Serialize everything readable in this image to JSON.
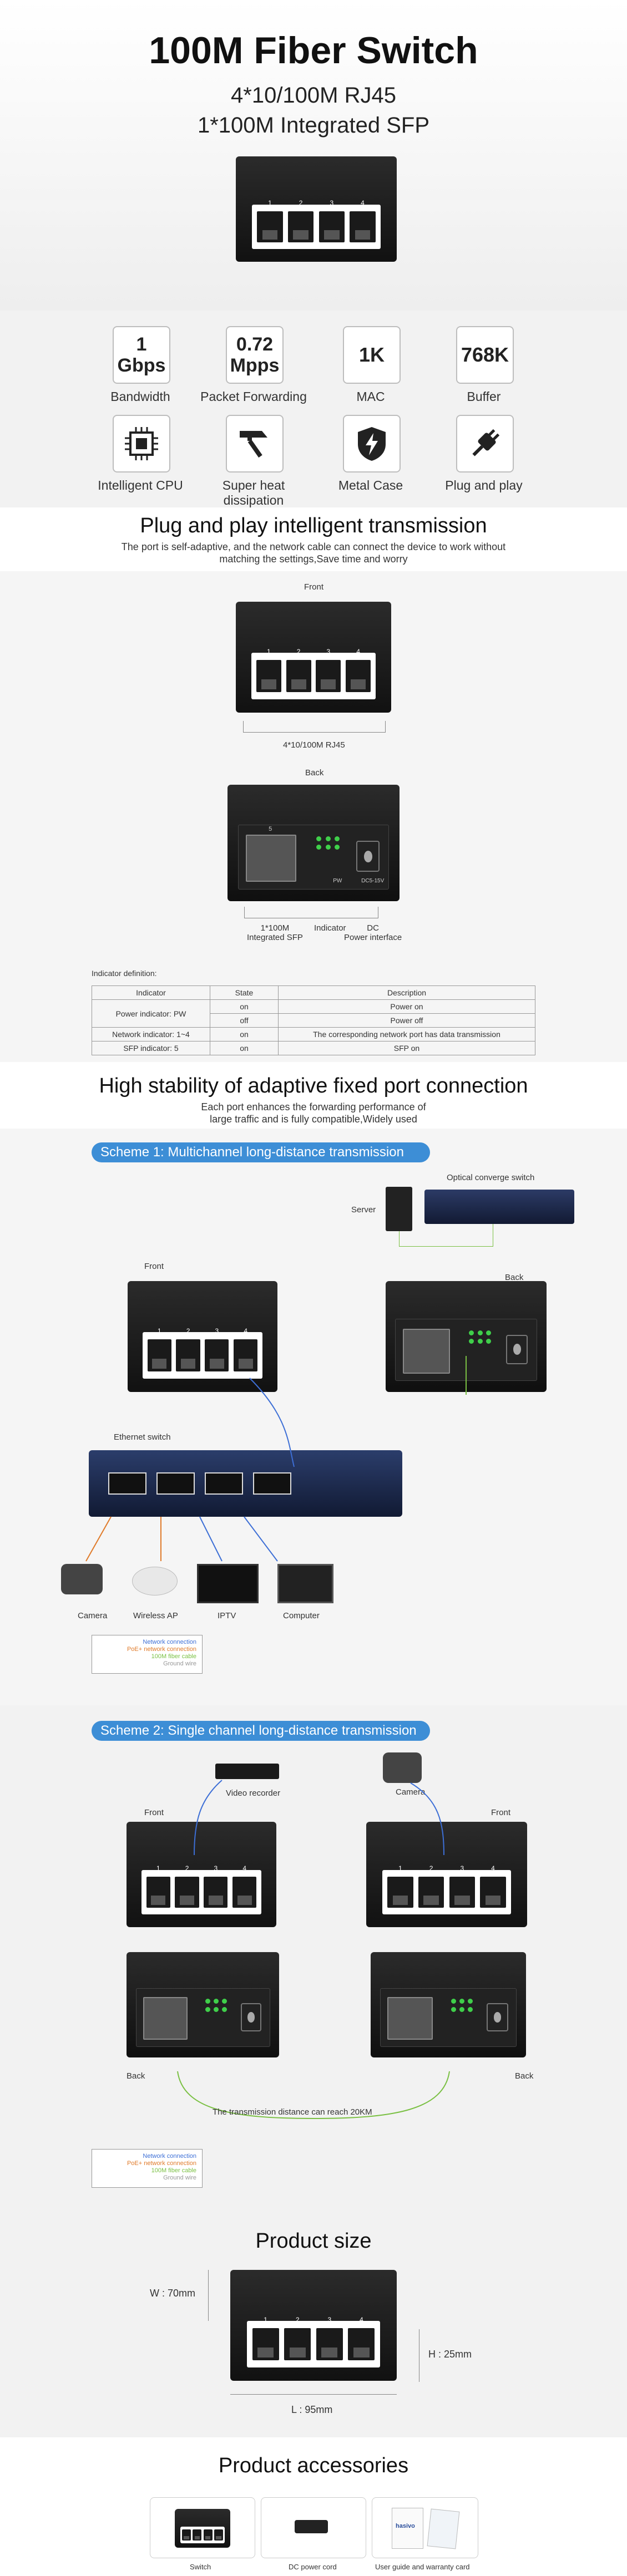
{
  "hero": {
    "title": "100M Fiber Switch",
    "line1": "4*10/100M RJ45",
    "line2": "1*100M Integrated SFP",
    "port_numbers": [
      "1",
      "2",
      "3",
      "4"
    ]
  },
  "features": [
    {
      "value": "1\nGbps",
      "label": "Bandwidth"
    },
    {
      "value": "0.72\nMpps",
      "label": "Packet Forwarding"
    },
    {
      "value": "1K",
      "label": "MAC"
    },
    {
      "value": "768K",
      "label": "Buffer"
    },
    {
      "icon": "cpu-icon",
      "label": "Intelligent CPU"
    },
    {
      "icon": "hammer-icon",
      "label": "Super heat dissipation"
    },
    {
      "icon": "shield-bolt-icon",
      "label": "Metal Case"
    },
    {
      "icon": "plug-icon",
      "label": "Plug and play"
    }
  ],
  "plug": {
    "title": "Plug and play intelligent transmission",
    "subtitle": "The port is self-adaptive, and the network cable can connect the device to work without matching the settings,Save time and worry",
    "front_label": "Front",
    "front_caption": "4*10/100M RJ45",
    "back_label": "Back",
    "back_sfp": "1*100M\nIntegrated SFP",
    "back_indicator": "Indicator",
    "back_dc": "DC\nPower interface",
    "dc_text": "DC5-15V",
    "pw_text": "PW",
    "sfp_num": "5"
  },
  "indicator": {
    "heading": "Indicator definition:",
    "headers": [
      "Indicator",
      "State",
      "Description"
    ],
    "rows": [
      [
        "Power indicator: PW",
        "on",
        "Power on"
      ],
      [
        "",
        "off",
        "Power off"
      ],
      [
        "Network indicator: 1~4",
        "on",
        "The corresponding network port has data transmission"
      ],
      [
        "SFP indicator: 5",
        "on",
        "SFP on"
      ]
    ]
  },
  "stability": {
    "title": "High stability of adaptive fixed port connection",
    "subtitle": "Each port enhances the forwarding performance of large traffic and is fully compatible,Widely used"
  },
  "scheme1": {
    "title": "Scheme 1: Multichannel long-distance transmission",
    "server": "Server",
    "optical": "Optical converge switch",
    "front": "Front",
    "back": "Back",
    "ethernet": "Ethernet switch",
    "devices": [
      "Camera",
      "Wireless AP",
      "IPTV",
      "Computer"
    ]
  },
  "legend": [
    {
      "text": "Network connection",
      "color": "#3d6fd6"
    },
    {
      "text": "PoE+ network connection",
      "color": "#e07b2a"
    },
    {
      "text": "100M fiber cable",
      "color": "#7ac043"
    },
    {
      "text": "Ground wire",
      "color": "#999999"
    }
  ],
  "scheme2": {
    "title": "Scheme 2: Single channel long-distance transmission",
    "recorder": "Video recorder",
    "camera": "Camera",
    "front_left": "Front",
    "front_right": "Front",
    "back_left": "Back",
    "back_right": "Back",
    "distance": "The transmission distance can reach 20KM"
  },
  "size": {
    "title": "Product size",
    "w": "W : 70mm",
    "h": "H : 25mm",
    "l": "L : 95mm"
  },
  "accessories": {
    "title": "Product accessories",
    "items": [
      "Switch",
      "DC power cord",
      "User guide and warranty card"
    ],
    "brand": "hasivo"
  },
  "colors": {
    "accent": "#3d8ed6",
    "led": "#3fcf4a"
  }
}
